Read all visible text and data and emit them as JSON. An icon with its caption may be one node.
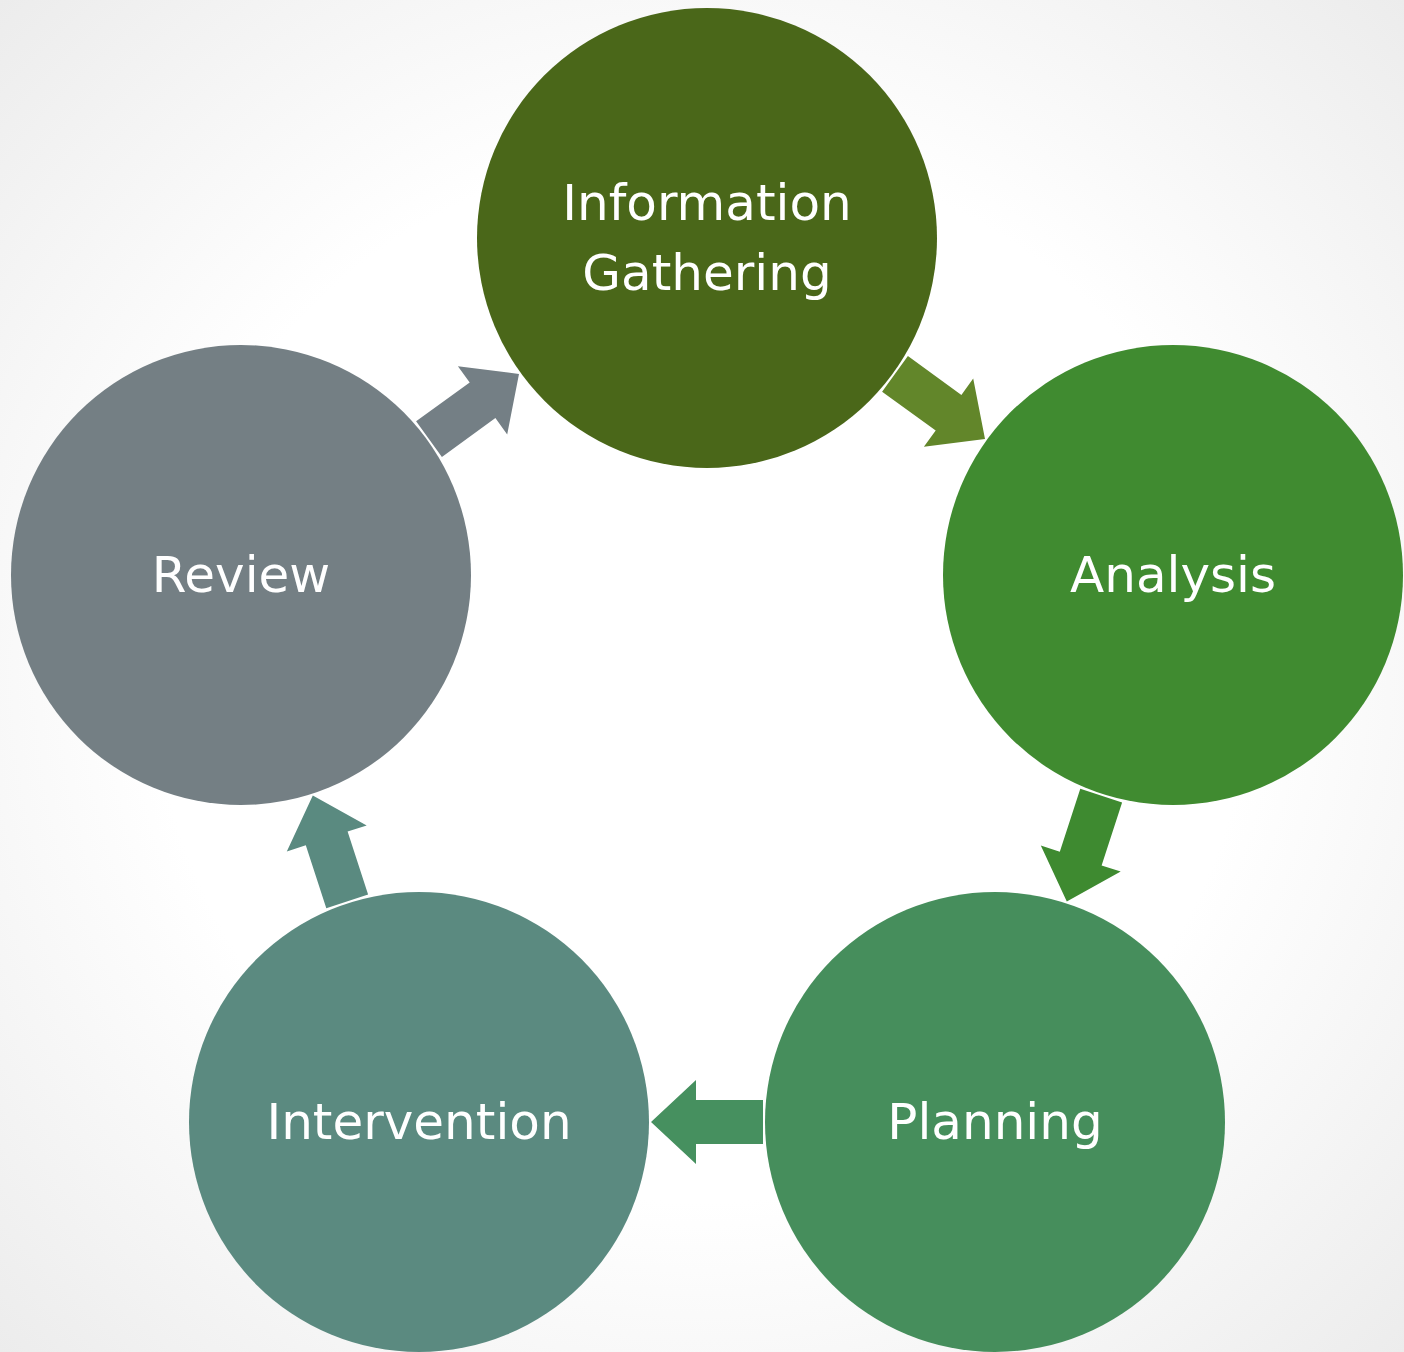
{
  "diagram": {
    "nodes": [
      {
        "text": [
          "Information Gathering"
        ]
      },
      {
        "text": [
          "Analysis"
        ]
      },
      {
        "text": [
          "Planning"
        ]
      },
      {
        "text": [
          "Intervention"
        ]
      },
      {
        "text": [
          "Review"
        ]
      }
    ],
    "edges": [
      {
        "from": 0,
        "to": 1,
        "arrow": "to",
        "color": "#62862a"
      },
      {
        "from": 1,
        "to": 2,
        "arrow": "to",
        "color": "#3e8a30"
      },
      {
        "from": 2,
        "to": 3,
        "arrow": "to",
        "color": "#46905f"
      },
      {
        "from": 3,
        "to": 4,
        "arrow": "to",
        "color": "#5a8a80"
      },
      {
        "from": 4,
        "to": 0,
        "arrow": "to",
        "color": "#747f85"
      }
    ]
  }
}
